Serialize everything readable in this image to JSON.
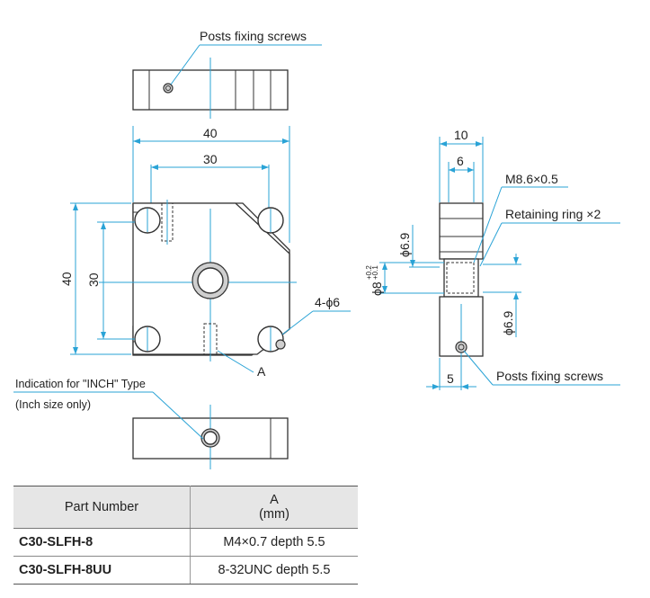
{
  "labels": {
    "posts_fixing_screws_top": "Posts fixing screws",
    "posts_fixing_screws_side": "Posts fixing screws",
    "thread": "M8.6×0.5",
    "retaining_ring": "Retaining ring ×2",
    "holes": "4-ϕ6",
    "a_marker": "A",
    "inch_indication": "Indication for \"INCH\" Type",
    "inch_note": "(Inch size only)"
  },
  "dimensions": {
    "top_width": "40",
    "inner_width": "30",
    "left_height": "40",
    "inner_height": "30",
    "side_width": "10",
    "side_inner": "6",
    "side_dia_upper": "ϕ6.9",
    "side_dia_bore": "ϕ8",
    "side_dia_bore_tol_upper": "+0.2",
    "side_dia_bore_tol_lower": "+0.1",
    "side_dia_lower": "ϕ6.9",
    "side_bottom": "5"
  },
  "table": {
    "header_part": "Part Number",
    "header_a": "A",
    "header_a_unit": "(mm)",
    "rows": [
      {
        "part": "C30-SLFH-8",
        "value": "M4×0.7 depth 5.5"
      },
      {
        "part": "C30-SLFH-8UU",
        "value": "8-32UNC depth 5.5"
      }
    ]
  },
  "colors": {
    "dimension_line": "#2aa3d6",
    "outline": "#333333",
    "table_header_bg": "#e6e6e6"
  }
}
